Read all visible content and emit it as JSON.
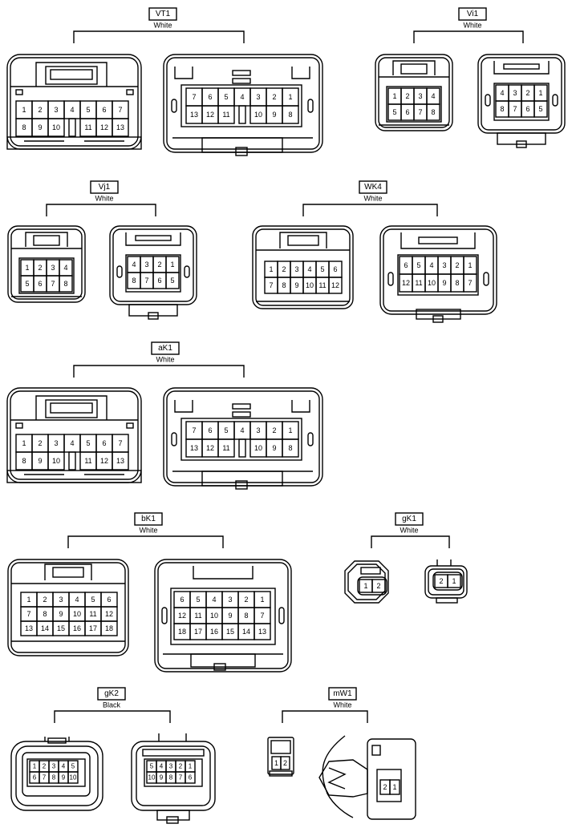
{
  "groups": {
    "VT1": {
      "id": "VT1",
      "color": "White",
      "male_pins": [
        [
          "1",
          "2",
          "3",
          "4",
          "5",
          "6",
          "7"
        ],
        [
          "8",
          "9",
          "10",
          "",
          "11",
          "12",
          "13"
        ]
      ],
      "female_pins": [
        [
          "7",
          "6",
          "5",
          "4",
          "3",
          "2",
          "1"
        ],
        [
          "13",
          "12",
          "11",
          "",
          "10",
          "9",
          "8"
        ]
      ]
    },
    "Vi1": {
      "id": "Vi1",
      "color": "White",
      "male_pins": [
        [
          "1",
          "2",
          "3",
          "4"
        ],
        [
          "5",
          "6",
          "7",
          "8"
        ]
      ],
      "female_pins": [
        [
          "4",
          "3",
          "2",
          "1"
        ],
        [
          "8",
          "7",
          "6",
          "5"
        ]
      ]
    },
    "Vj1": {
      "id": "Vj1",
      "color": "White",
      "male_pins": [
        [
          "1",
          "2",
          "3",
          "4"
        ],
        [
          "5",
          "6",
          "7",
          "8"
        ]
      ],
      "female_pins": [
        [
          "4",
          "3",
          "2",
          "1"
        ],
        [
          "8",
          "7",
          "6",
          "5"
        ]
      ]
    },
    "WK4": {
      "id": "WK4",
      "color": "White",
      "male_pins": [
        [
          "1",
          "2",
          "3",
          "4",
          "5",
          "6"
        ],
        [
          "7",
          "8",
          "9",
          "10",
          "11",
          "12"
        ]
      ],
      "female_pins": [
        [
          "6",
          "5",
          "4",
          "3",
          "2",
          "1"
        ],
        [
          "12",
          "11",
          "10",
          "9",
          "8",
          "7"
        ]
      ]
    },
    "aK1": {
      "id": "aK1",
      "color": "White",
      "male_pins": [
        [
          "1",
          "2",
          "3",
          "4",
          "5",
          "6",
          "7"
        ],
        [
          "8",
          "9",
          "10",
          "",
          "11",
          "12",
          "13"
        ]
      ],
      "female_pins": [
        [
          "7",
          "6",
          "5",
          "4",
          "3",
          "2",
          "1"
        ],
        [
          "13",
          "12",
          "11",
          "",
          "10",
          "9",
          "8"
        ]
      ]
    },
    "bK1": {
      "id": "bK1",
      "color": "White",
      "male_pins": [
        [
          "1",
          "2",
          "3",
          "4",
          "5",
          "6"
        ],
        [
          "7",
          "8",
          "9",
          "10",
          "11",
          "12"
        ],
        [
          "13",
          "14",
          "15",
          "16",
          "17",
          "18"
        ]
      ],
      "female_pins": [
        [
          "6",
          "5",
          "4",
          "3",
          "2",
          "1"
        ],
        [
          "12",
          "11",
          "10",
          "9",
          "8",
          "7"
        ],
        [
          "18",
          "17",
          "16",
          "15",
          "14",
          "13"
        ]
      ]
    },
    "gK1": {
      "id": "gK1",
      "color": "White",
      "male_pins": [
        [
          "1",
          "2"
        ]
      ],
      "female_pins": [
        [
          "2",
          "1"
        ]
      ]
    },
    "gK2": {
      "id": "gK2",
      "color": "Black",
      "male_pins": [
        [
          "1",
          "2",
          "3",
          "4",
          "5"
        ],
        [
          "6",
          "7",
          "8",
          "9",
          "10"
        ]
      ],
      "female_pins": [
        [
          "5",
          "4",
          "3",
          "2",
          "1"
        ],
        [
          "10",
          "9",
          "8",
          "7",
          "6"
        ]
      ]
    },
    "mW1": {
      "id": "mW1",
      "color": "White",
      "male_pins": [
        [
          "1",
          "2"
        ]
      ],
      "female_pins": [
        [
          "2",
          "1"
        ]
      ]
    }
  }
}
